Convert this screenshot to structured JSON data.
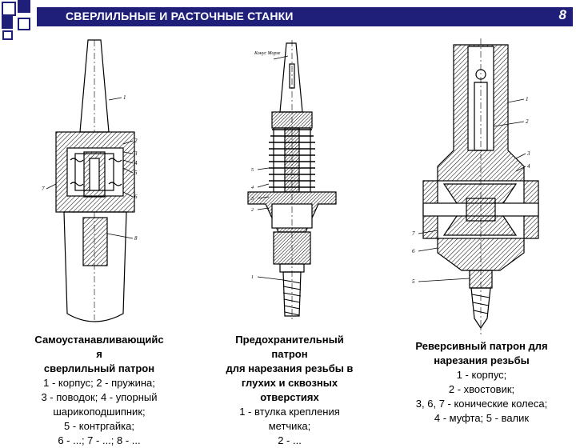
{
  "header": {
    "title": "СВЕРЛИЛЬНЫЕ И РАСТОЧНЫЕ СТАНКИ",
    "page_number": "8"
  },
  "captions": {
    "left": {
      "title_lines": [
        "Самоустанавливающийс",
        "я",
        "сверлильный патрон"
      ],
      "lines": [
        "1 - корпус; 2 - пружина;",
        "3 - поводок; 4 - упорный",
        "шарикоподшипник;",
        "5 - контргайка;",
        "6 - ...; 7 - ...; 8 - ..."
      ]
    },
    "middle": {
      "title_lines": [
        "Предохранительный",
        "патрон",
        "для нарезания резьбы в",
        "глухих и сквозных",
        "отверстиях"
      ],
      "lines": [
        "1 - втулка крепления",
        "метчика;",
        "2 - ..."
      ]
    },
    "right": {
      "title_lines": [
        "Реверсивный патрон для",
        "нарезания резьбы"
      ],
      "lines": [
        "1 - корпус;",
        "2 - хвостовик;",
        "3, 6, 7 - конические колеса;",
        "4 - муфта; 5 - валик"
      ]
    }
  },
  "figures": {
    "left": {
      "labels": [
        "1",
        "2",
        "3",
        "4",
        "5",
        "6",
        "7",
        "8"
      ]
    },
    "middle": {
      "labels": [
        "Конус Морзе",
        "5",
        "4",
        "3",
        "2",
        "1"
      ]
    },
    "right": {
      "labels": [
        "1",
        "2",
        "3",
        "4",
        "7",
        "6",
        "5"
      ]
    }
  },
  "colors": {
    "header_bg": "#1f1f7a",
    "header_text": "#ffffff",
    "corner_blue": "#1f1f7a"
  }
}
